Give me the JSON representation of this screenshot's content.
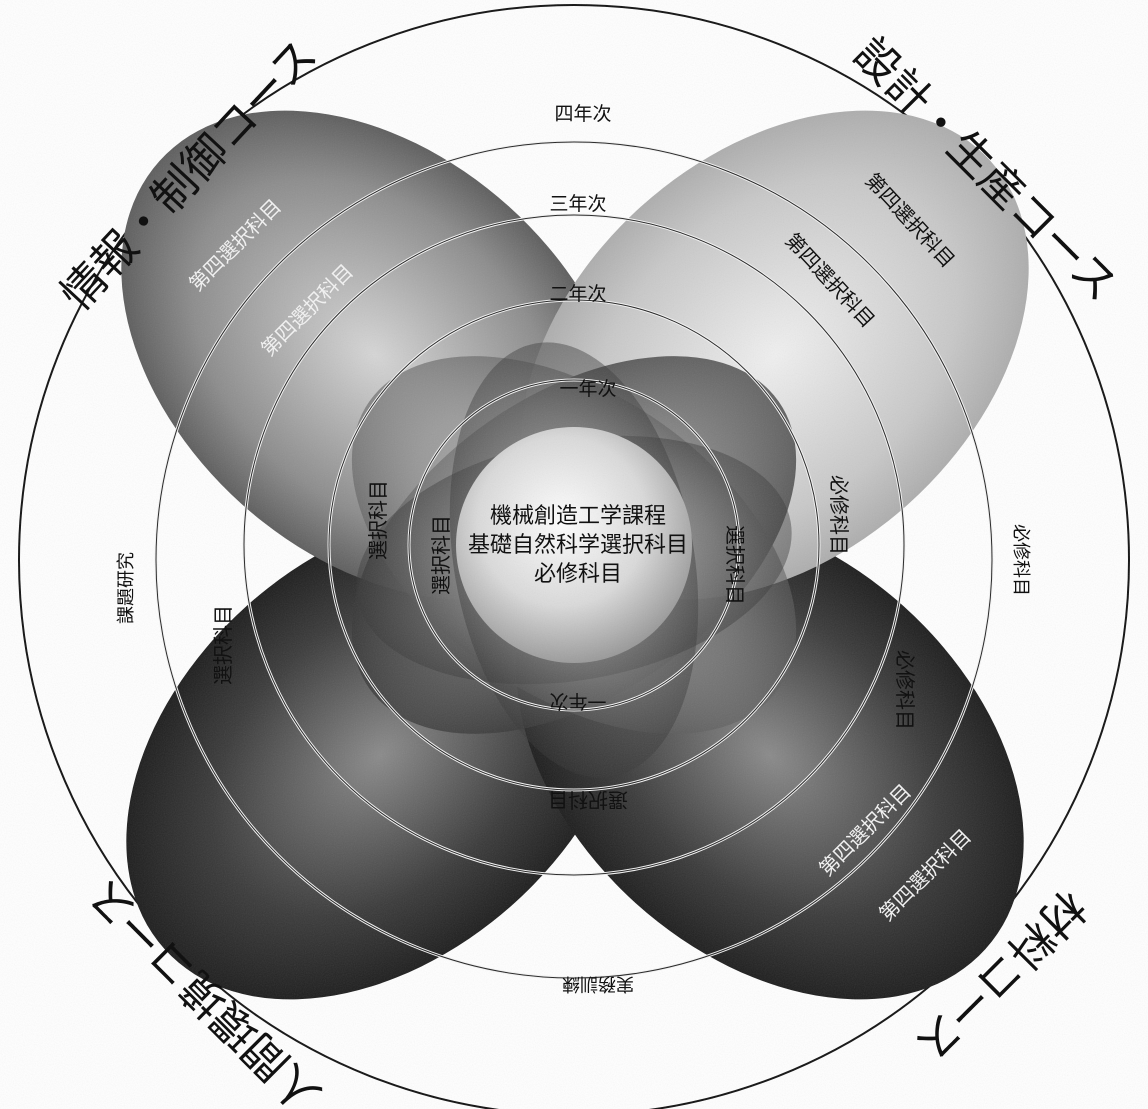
{
  "courses": {
    "top_left": "情報・制御コース",
    "top_right": "設計・生産コース",
    "bottom_left": "人間環境コース",
    "bottom_right": "材料コース"
  },
  "years": {
    "first": "一年次",
    "second": "二年次",
    "third": "三年次",
    "fourth": "四年次"
  },
  "center": {
    "line1": "機械創造工学課程",
    "line2": "基礎自然科学選択科目",
    "line3": "必修科目"
  },
  "sides": {
    "left": "課題研究",
    "right": "必修科目",
    "bottom": "実務訓練"
  },
  "labels": {
    "fourth_elective": "第四選択科目",
    "elective": "選択科目",
    "required": "必修科目"
  },
  "colors": {
    "background": "#ffffff",
    "lines": "#111111",
    "petal_light": "#c8c8c8",
    "petal_dark": "#1a1a1a"
  }
}
